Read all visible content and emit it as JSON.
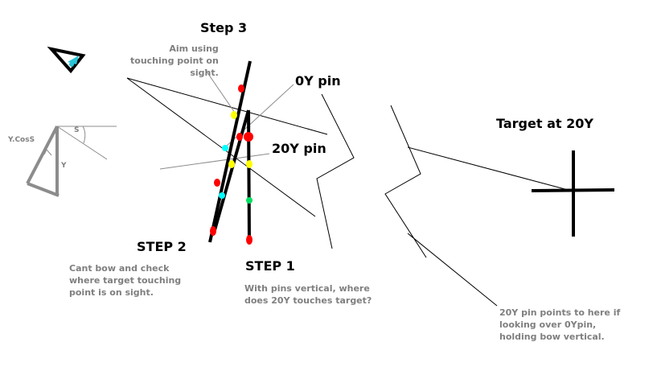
{
  "labels": {
    "step3": "Step 3",
    "aim_note": "Aim using\ntouching point on\nsight.",
    "zero_pin": "0Y pin",
    "twenty_pin": "20Y pin",
    "target": "Target at 20Y",
    "step2": "STEP 2",
    "step2_note": "Cant bow and check\nwhere target touching\npoint is on sight.",
    "step1": "STEP 1",
    "step1_note": "With pins vertical, where\ndoes 20Y touches target?",
    "twenty_note": "20Y pin points to here if\nlooking over 0Ypin,\nholding bow vertical.",
    "ycoss": "Y.CosS",
    "s": "S",
    "y": "Y"
  },
  "colors": {
    "ink": "#000000",
    "grey_line": "#8c8c8c",
    "note_text": "#7f7f7f",
    "pin_red": "#ff0000",
    "pin_yellow": "#ffff00",
    "pin_cyan": "#00ffff",
    "pin_green": "#00e060"
  },
  "icons": {
    "eye": "eye-icon"
  }
}
